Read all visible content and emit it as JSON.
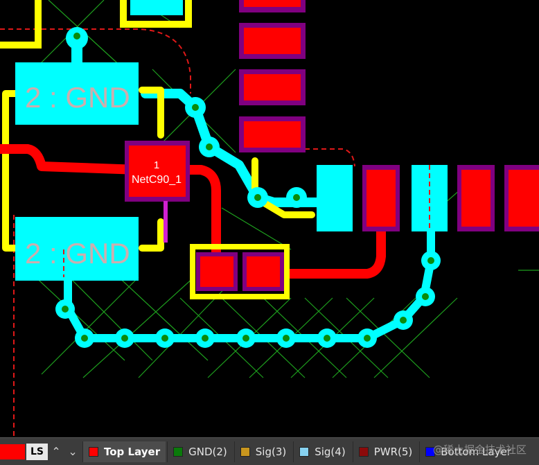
{
  "board": {
    "pad_labels": {
      "gnd_top": "2 : GND",
      "gnd_bottom": "2 : GND",
      "net_number": "1",
      "net_name": "NetC90_1"
    }
  },
  "layer_bar": {
    "current_label": "LS",
    "prev_icon": "chevron-up-icon",
    "next_icon": "chevron-down-icon",
    "tabs": [
      {
        "label": "Top Layer",
        "color": "#ff0000",
        "active": true
      },
      {
        "label": "GND(2)",
        "color": "#0a7a0a",
        "active": false
      },
      {
        "label": "Sig(3)",
        "color": "#c8961e",
        "active": false
      },
      {
        "label": "Sig(4)",
        "color": "#87d2f0",
        "active": false
      },
      {
        "label": "PWR(5)",
        "color": "#8c0a0a",
        "active": false
      },
      {
        "label": "Bottom Layer",
        "color": "#0000ff",
        "active": false
      }
    ],
    "watermark": "@稀土掘金技术社区"
  },
  "colors": {
    "top_copper": "#ff0000",
    "via_copper": "#00ffff",
    "silkscreen": "#ffff00",
    "solder_mask": "#800080",
    "keepout": "#ff2020",
    "ratsnest": "#1ea01e"
  }
}
